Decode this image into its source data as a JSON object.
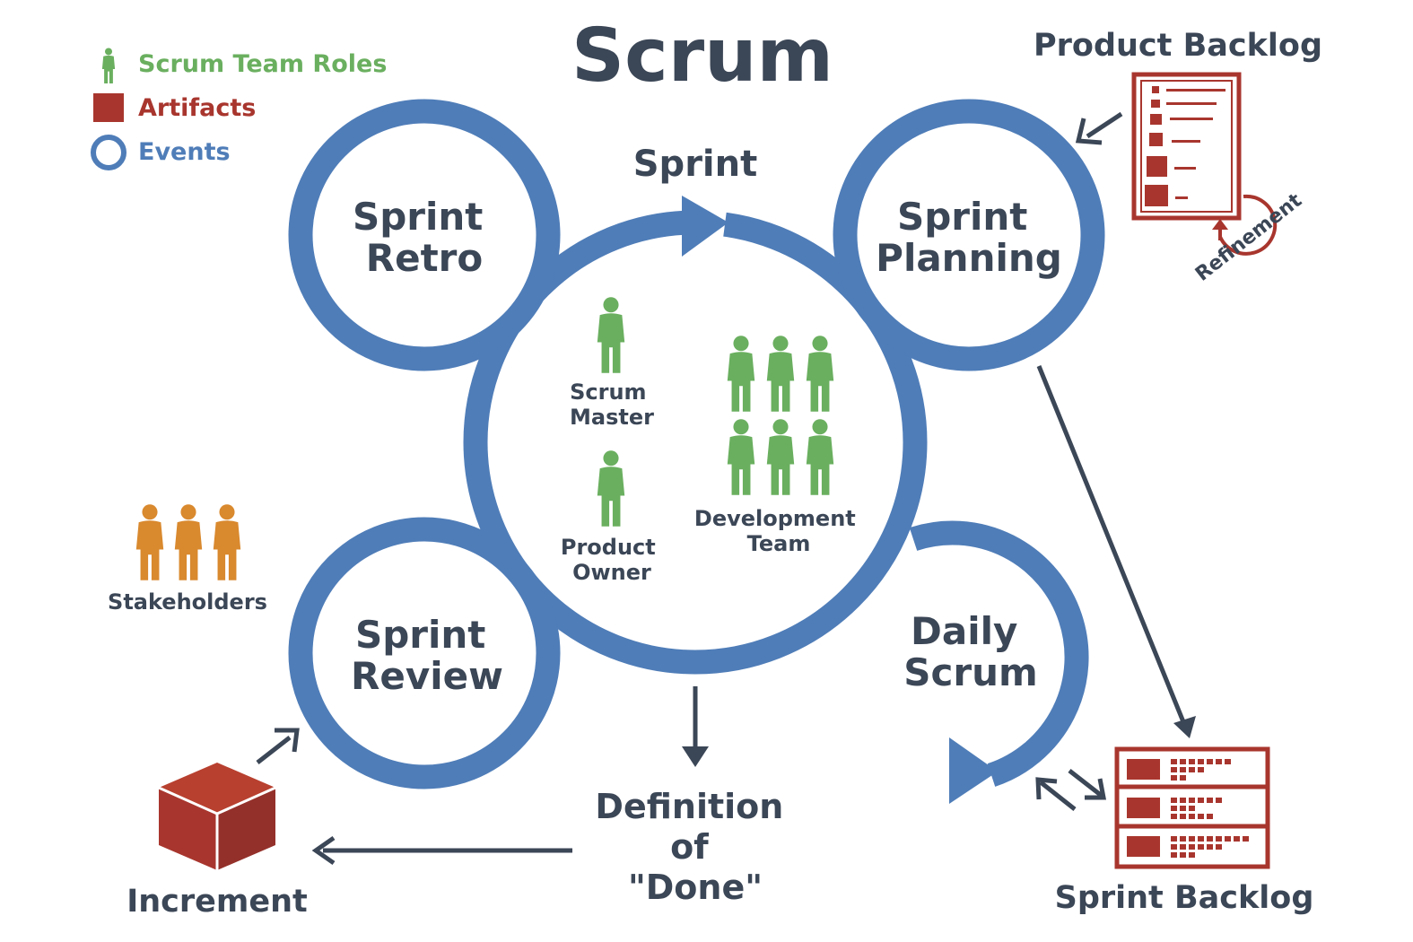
{
  "title": "Scrum",
  "legend": {
    "roles": "Scrum Team Roles",
    "artifacts": "Artifacts",
    "events": "Events"
  },
  "colors": {
    "events": "#4f7db8",
    "artifacts": "#a8362e",
    "roles": "#6aaf5f",
    "stakeholders": "#d9892e",
    "text": "#3b4656"
  },
  "events": {
    "sprint": "Sprint",
    "retro": [
      "Sprint",
      "Retro"
    ],
    "planning": [
      "Sprint",
      "Planning"
    ],
    "review": [
      "Sprint",
      "Review"
    ],
    "daily": [
      "Daily",
      "Scrum"
    ]
  },
  "roles": {
    "scrum_master": [
      "Scrum",
      "Master"
    ],
    "product_owner": [
      "Product",
      "Owner"
    ],
    "dev_team": [
      "Development",
      "Team"
    ]
  },
  "stakeholders": "Stakeholders",
  "artifacts": {
    "product_backlog": "Product Backlog",
    "refinement": "Refinement",
    "sprint_backlog": "Sprint Backlog",
    "increment": "Increment"
  },
  "definition_of_done": [
    "Definition",
    "of",
    "\"Done\""
  ]
}
